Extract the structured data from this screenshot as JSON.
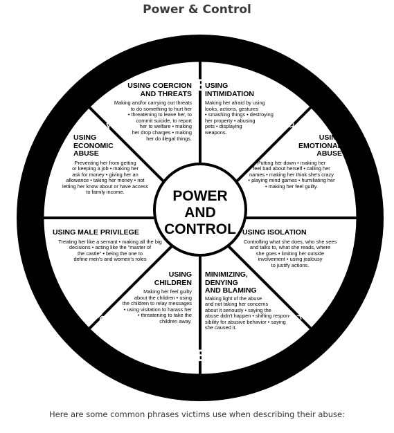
{
  "title": "Power & Control",
  "wheel": {
    "rim": {
      "top_main": "VIOLENCE",
      "top_left": "PHYSICAL",
      "top_right": "SEXUAL",
      "bottom_main": "VIOLENCE",
      "bottom_left": "PHYSICAL",
      "bottom_right": "SEXUAL"
    },
    "hub": [
      "POWER",
      "AND",
      "CONTROL"
    ],
    "segments": {
      "coercion": {
        "heading": [
          "USING COERCION",
          "AND THREATS"
        ],
        "text": [
          "Making and/or carrying out threats",
          "to do something to hurt her",
          "• threatening to leave her, to",
          "commit suicide, to report",
          "her to welfare • making",
          "her drop charges • making",
          "her do illegal things."
        ]
      },
      "intimidation": {
        "heading": [
          "USING",
          "INTIMIDATION"
        ],
        "text": [
          "Making her afraid by using",
          "looks, actions, gestures",
          "• smashing things • destroying",
          "her property • abusing",
          "pets • displaying",
          "weapons."
        ]
      },
      "economic": {
        "heading": [
          "USING",
          "ECONOMIC",
          "ABUSE"
        ],
        "text": [
          "Preventing her from getting",
          "or keeping a job • making her",
          "ask for money • giving her an",
          "allowance • taking her money • not",
          "letting her know about or have access",
          "to family income."
        ]
      },
      "emotional": {
        "heading": [
          "USING",
          "EMOTIONAL",
          "ABUSE"
        ],
        "text": [
          "Putting her down • making her",
          "feel bad about herself • calling her",
          "names • making her think she's crazy",
          "• playing mind games • humiliating her",
          "• making her feel guilty."
        ]
      },
      "male_privilege": {
        "heading": [
          "USING MALE PRIVILEGE"
        ],
        "text": [
          "Treating her like a servant • making all the big",
          "decisions • acting like the \"master of",
          "the castle\" • being the one to",
          "define men's and women's roles"
        ]
      },
      "isolation": {
        "heading": [
          "USING ISOLATION"
        ],
        "text": [
          "Controlling what she does, who she sees",
          "and talks to, what she reads, where",
          "she goes • limiting her outside",
          "involvement • using jealousy",
          "to justify actions."
        ]
      },
      "children": {
        "heading": [
          "USING",
          "CHILDREN"
        ],
        "text": [
          "Making her feel guilty",
          "about the children • using",
          "the children to relay messages",
          "• using visitation to harass her",
          "• threatening to take the",
          "children away."
        ]
      },
      "minimizing": {
        "heading": [
          "MINIMIZING,",
          "DENYING",
          "AND BLAMING"
        ],
        "text": [
          "Making light of the abuse",
          "and not taking her concerns",
          "about it seriously • saying the",
          "abuse didn't happen • shifting respon-",
          "sibility for abusive behavior • saying",
          "she caused it."
        ]
      }
    }
  },
  "caption": "Here are some common phrases victims use when describing their abuse:"
}
